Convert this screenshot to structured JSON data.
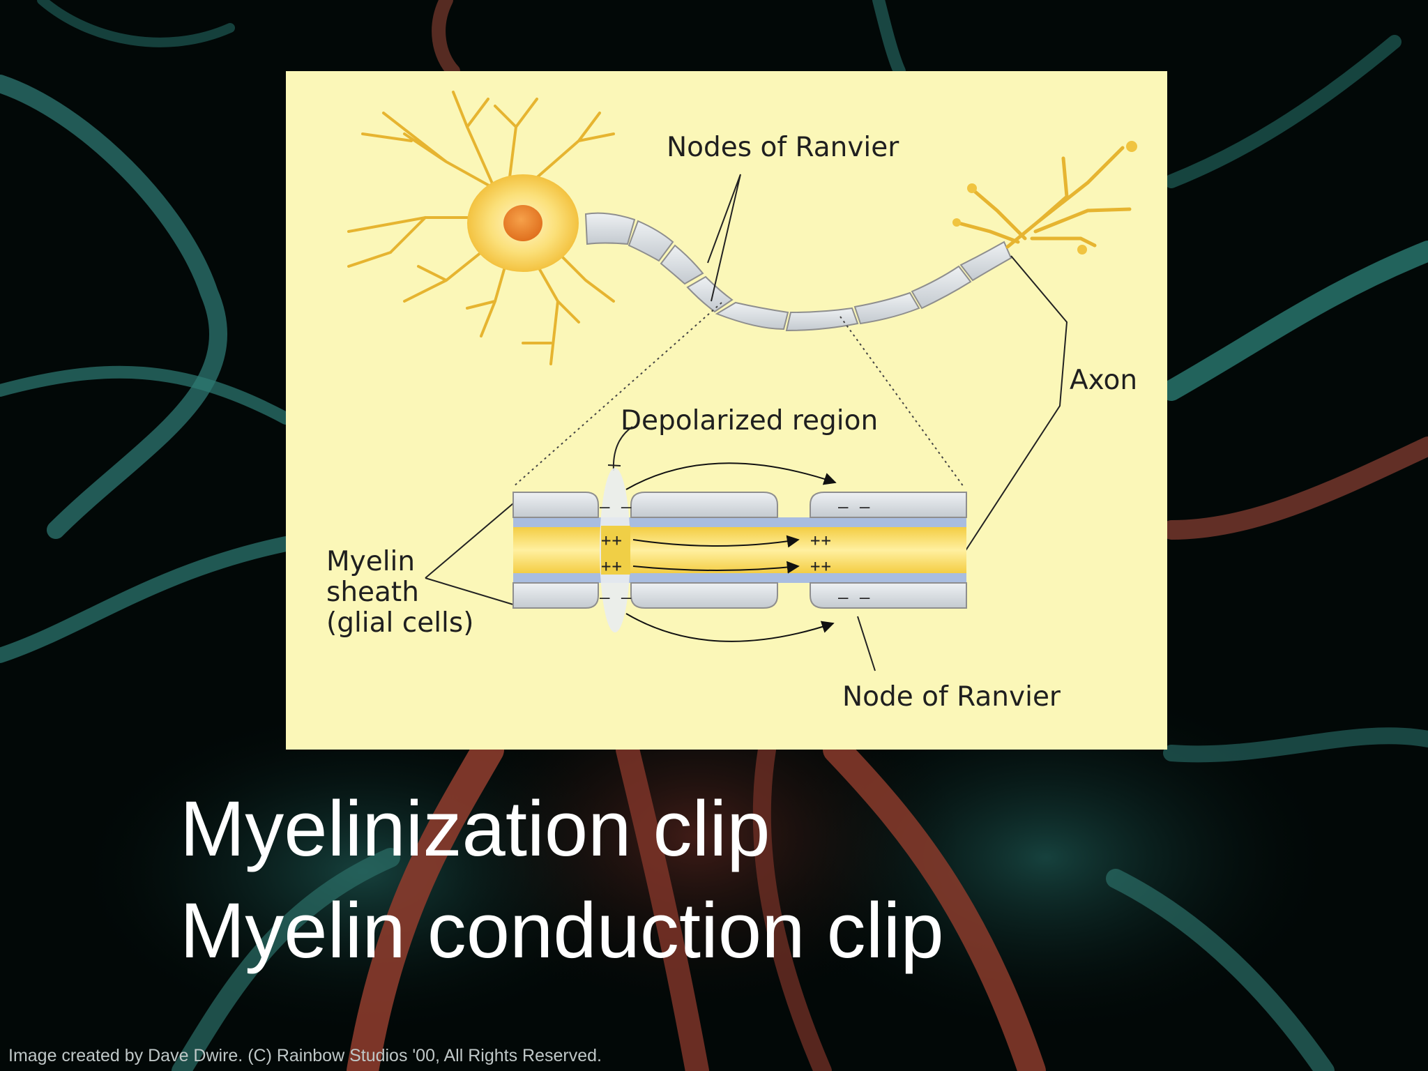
{
  "diagram": {
    "labels": {
      "nodes_of_ranvier": "Nodes of Ranvier",
      "axon": "Axon",
      "depolarized_region": "Depolarized region",
      "myelin_sheath": "Myelin\nsheath\n(glial cells)",
      "node_of_ranvier": "Node of Ranvier"
    },
    "signs": {
      "negative": "– –",
      "positive": "++"
    }
  },
  "slide": {
    "links": [
      "Myelinization clip",
      "Myelin conduction clip"
    ],
    "credit": "Image created by Dave Dwire. (C) Rainbow Studios '00, All Rights Reserved."
  }
}
